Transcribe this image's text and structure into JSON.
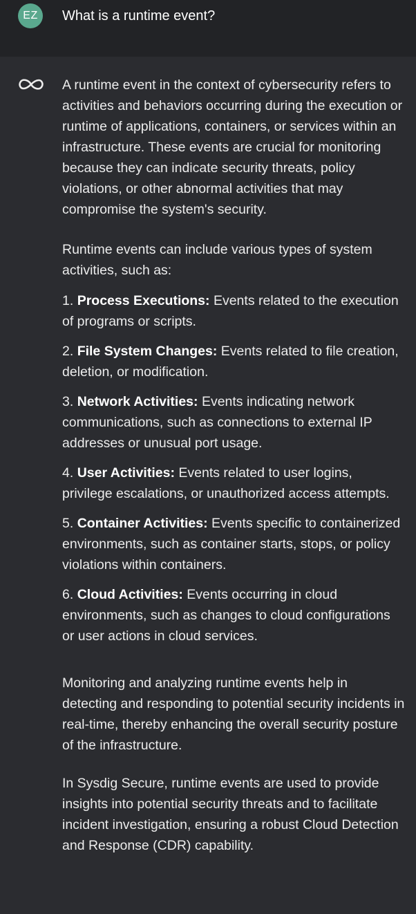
{
  "user": {
    "avatar_initials": "EZ",
    "avatar_color": "#5aa88e",
    "question": "What is a runtime event?"
  },
  "assistant": {
    "icon": "infinity-icon",
    "intro": "A runtime event in the context of cybersecurity refers to activities and behaviors occurring during the execution or runtime of applications, containers, or services within an infrastructure. These events are crucial for monitoring because they can indicate security threats, policy violations, or other abnormal activities that may compromise the system's security.",
    "lead": "Runtime events can include various types of system activities, such as:",
    "items": [
      {
        "number": "1.",
        "title": "Process Executions:",
        "text": "Events related to the execution of programs or scripts."
      },
      {
        "number": "2.",
        "title": "File System Changes:",
        "text": "Events related to file creation, deletion, or modification."
      },
      {
        "number": "3.",
        "title": "Network Activities:",
        "text": "Events indicating network communications, such as connections to external IP addresses or unusual port usage."
      },
      {
        "number": "4.",
        "title": "User Activities:",
        "text": "Events related to user logins, privilege escalations, or unauthorized access attempts."
      },
      {
        "number": "5.",
        "title": "Container Activities:",
        "text": "Events specific to containerized environments, such as container starts, stops, or policy violations within containers."
      },
      {
        "number": "6.",
        "title": "Cloud Activities:",
        "text": "Events occurring in cloud environments, such as changes to cloud configurations or user actions in cloud services."
      }
    ],
    "monitoring": "Monitoring and analyzing runtime events help in detecting and responding to potential security incidents in real-time, thereby enhancing the overall security posture of the infrastructure.",
    "sysdig": "In Sysdig Secure, runtime events are used to provide insights into potential security threats and to facilitate incident investigation, ensuring a robust Cloud Detection and Response (CDR) capability."
  }
}
